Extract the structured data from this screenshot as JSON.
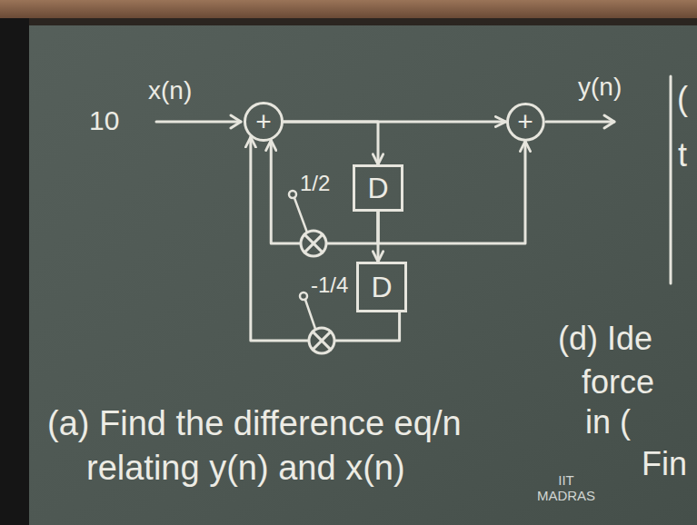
{
  "diagram": {
    "nodes": [
      {
        "text": [
          "+"
        ]
      },
      {
        "text": [
          "+"
        ]
      },
      {
        "text": [
          "D"
        ]
      },
      {
        "text": [
          "D"
        ]
      }
    ],
    "edges": [
      {
        "from": 0,
        "to": 1,
        "arrow": "to"
      },
      {
        "from": 0,
        "to": 2,
        "arrow": "to"
      },
      {
        "from": 2,
        "to": 3,
        "arrow": "to"
      },
      {
        "from": 2,
        "to": 0,
        "arrow": "to"
      },
      {
        "from": 2,
        "to": 1,
        "arrow": "to"
      },
      {
        "from": 3,
        "to": 0,
        "arrow": "to"
      }
    ],
    "labels": [
      "10",
      "x(n)",
      "y(n)",
      "1/2",
      "-1/4",
      "(",
      "t",
      "(a) Find the difference eq/n relating y(n) and x(n)",
      "(d) Ide",
      "force",
      "in (",
      "Fin",
      "IIT MADRAS"
    ]
  }
}
